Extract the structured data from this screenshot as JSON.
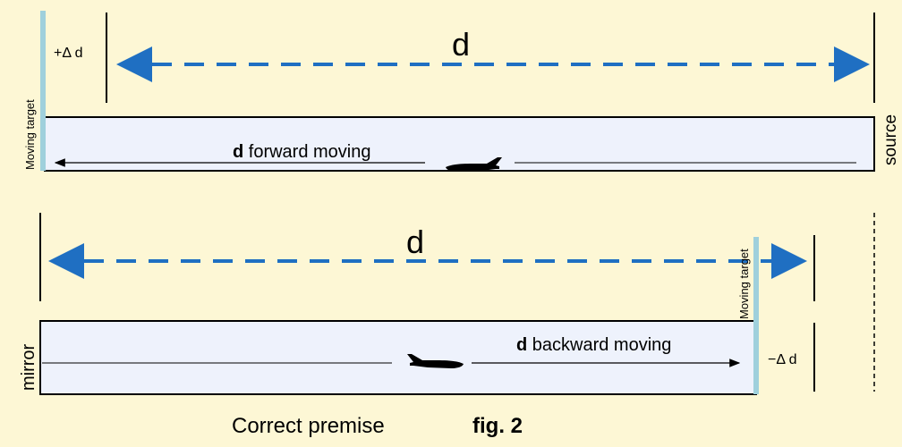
{
  "top": {
    "delta_label": "+Δ d",
    "distance_label": "d",
    "target_label": "Moving target",
    "source_label": "source",
    "moving_bold": "d",
    "moving_text": " forward moving"
  },
  "bottom": {
    "distance_label": "d",
    "target_label": "Moving target",
    "mirror_label": "mirror",
    "delta_label": "−Δ d",
    "moving_bold": "d",
    "moving_text": " backward moving"
  },
  "caption": {
    "premise": "Correct premise",
    "fig": "fig. 2"
  },
  "colors": {
    "background": "#fdf7d5",
    "box_fill": "#eef2fc",
    "target_bar": "#9fd0dc",
    "dashed_arrow": "#1f6fc2"
  }
}
